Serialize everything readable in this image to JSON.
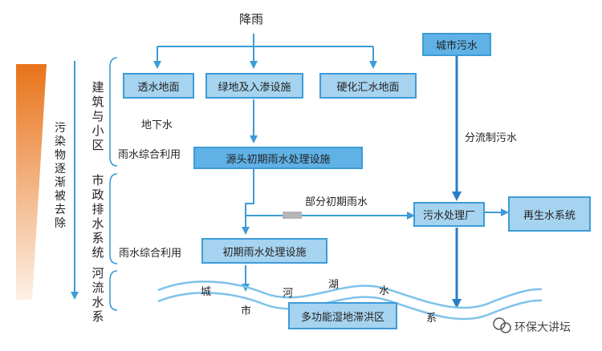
{
  "title": "降雨",
  "side_label": "污染物逐渐被去除",
  "zones": {
    "building": "建筑与小区",
    "municipal": "市政排水系统",
    "river": "河流水系"
  },
  "boxes": {
    "permeable": "透水地面",
    "greenland": "绿地及入渗设施",
    "hardened": "硬化汇水地面",
    "source_treatment": "源头初期雨水处理设施",
    "initial_treatment": "初期雨水处理设施",
    "city_sewage": "城市污水",
    "sewage_plant": "污水处理厂",
    "reclaimed": "再生水系统",
    "wetland": "多功能湿地滞洪区"
  },
  "labels": {
    "groundwater": "地下水",
    "reuse1": "雨水综合利用",
    "reuse2": "雨水综合利用",
    "separate_sewage": "分流制污水",
    "partial_rain": "部分初期雨水"
  },
  "river_chars": [
    "城",
    "市",
    "河",
    "湖",
    "水",
    "系"
  ],
  "watermark": "环保大讲坛",
  "colors": {
    "arrow": "#3d9bd7",
    "box_fill": "#a6d3ef",
    "box_dark": "#5fb1e6",
    "gradient_top": "#e8731a",
    "gradient_bottom": "#fbe3cc"
  }
}
